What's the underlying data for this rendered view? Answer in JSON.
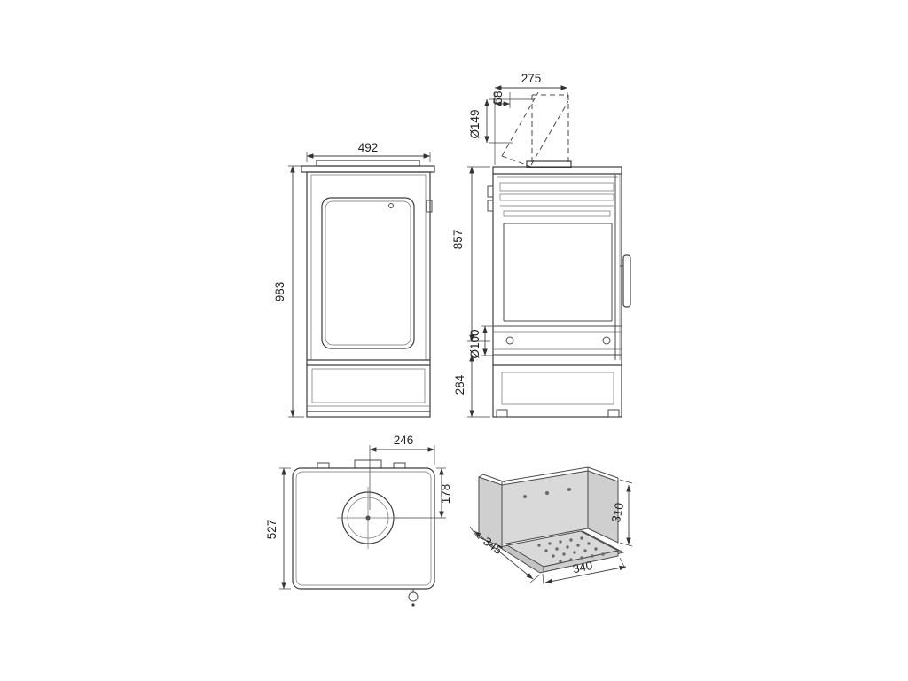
{
  "drawing": {
    "front": {
      "width": "492",
      "height": "983"
    },
    "side": {
      "flue_horizontal": "275",
      "flue_edge_offset": "58",
      "flue_diameter": "Ø149",
      "upper_height": "857",
      "outlet_diameter": "Ø100",
      "lower_height": "284"
    },
    "top": {
      "flue_from_right": "246",
      "flue_from_front": "178",
      "depth": "527"
    },
    "firebox": {
      "height": "310",
      "depth": "345",
      "width": "340"
    }
  }
}
